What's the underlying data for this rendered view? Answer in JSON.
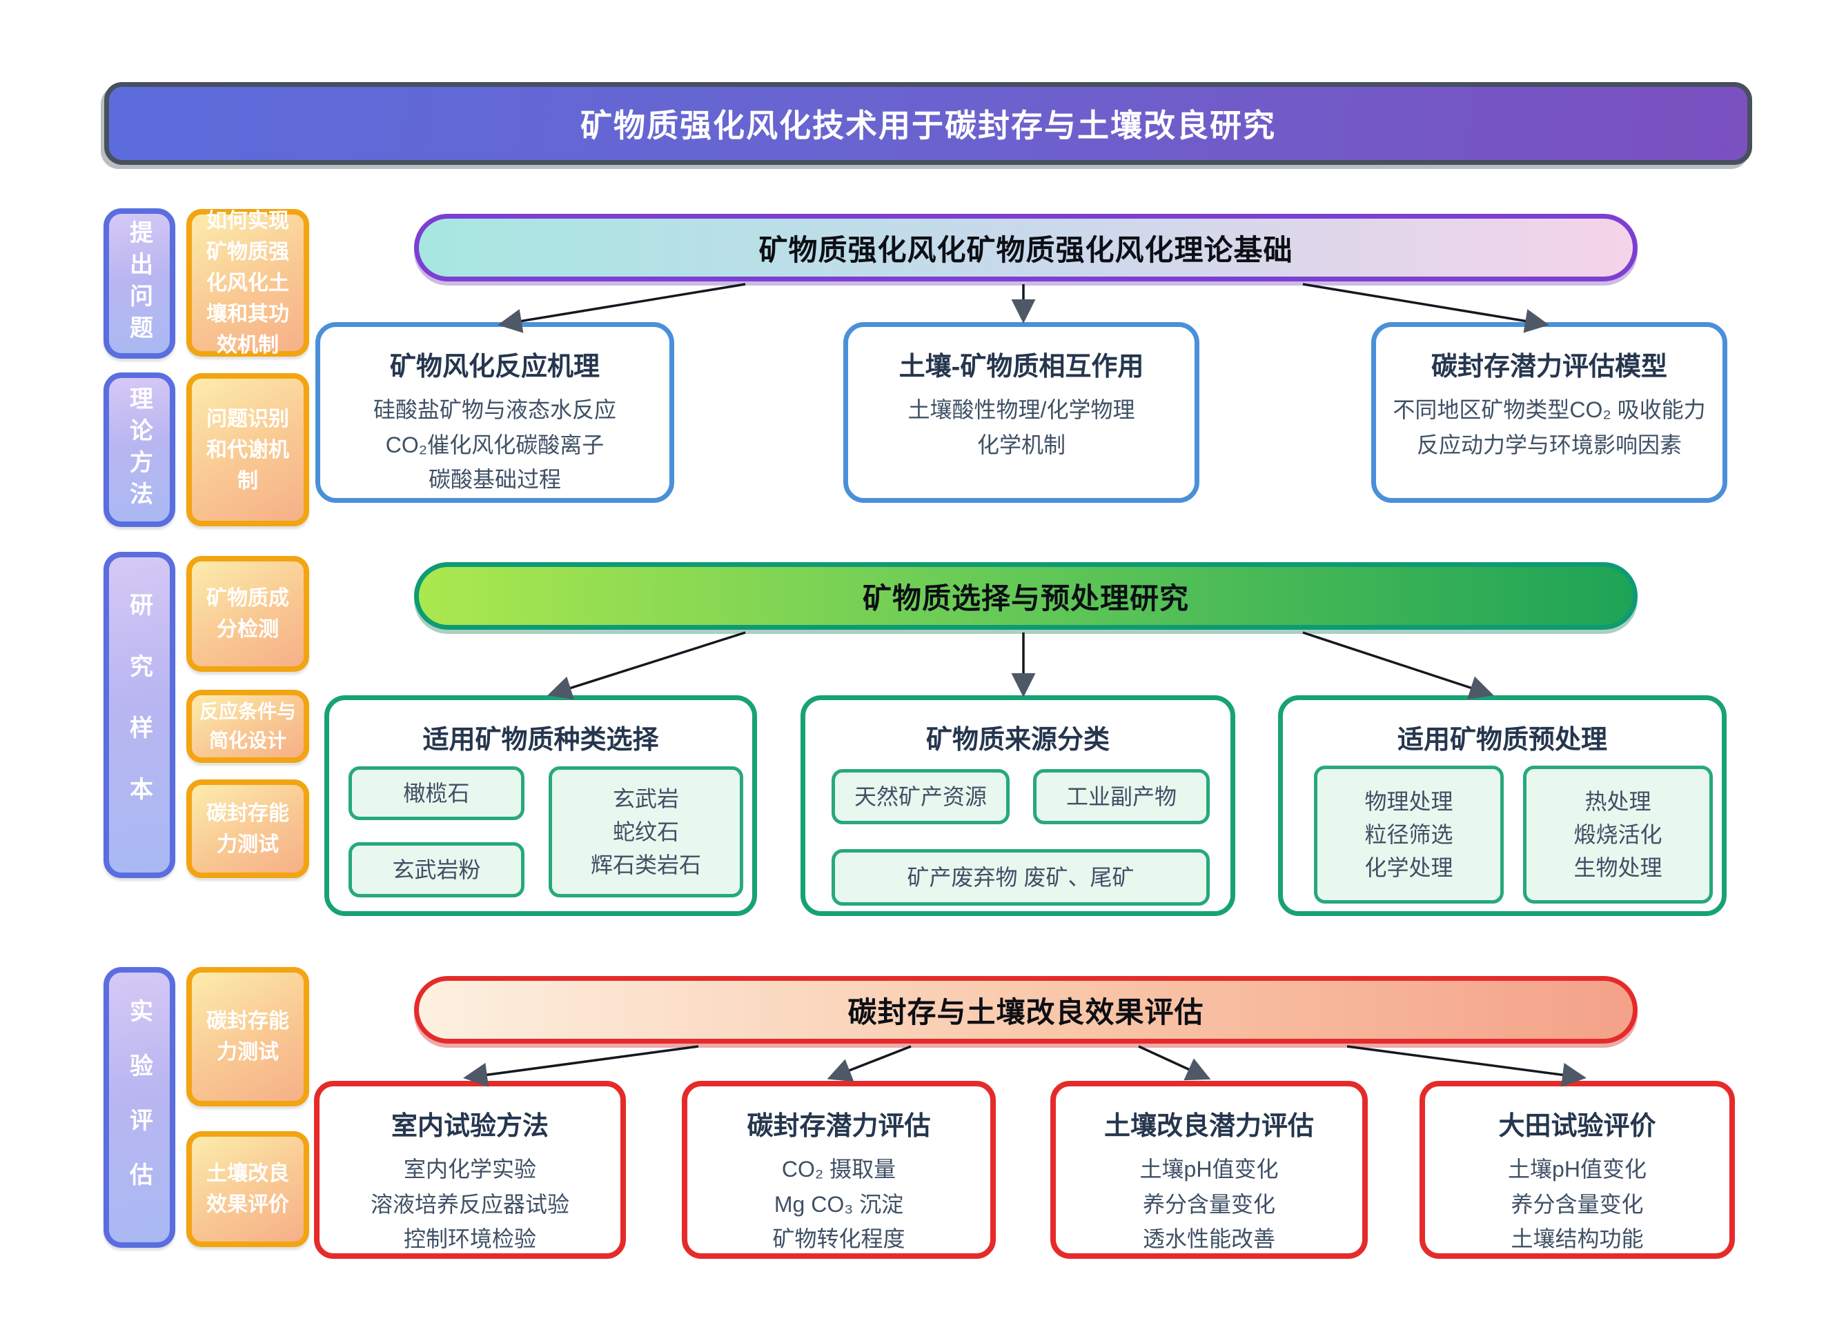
{
  "banner": {
    "title": "矿物质强化风化技术用于碳封存与土壤改良研究"
  },
  "sidebar": {
    "stages": [
      {
        "label": "提出问题"
      },
      {
        "label": "理论方法"
      },
      {
        "label": "研究样本"
      },
      {
        "label": "实验评估"
      }
    ],
    "notes": [
      {
        "label": "如何实现矿物质强化风化土壤和其功效机制"
      },
      {
        "label": "问题识别和代谢机制"
      },
      {
        "label": "矿物质成分检测"
      },
      {
        "label": "反应条件与简化设计"
      },
      {
        "label": "碳封存能力测试"
      },
      {
        "label": "碳封存能力测试"
      },
      {
        "label": "土壤改良效果评价"
      }
    ]
  },
  "sections": [
    {
      "header": "矿物质强化风化矿物质强化风化理论基础",
      "boxes": [
        {
          "title": "矿物风化反应机理",
          "lines": [
            "硅酸盐矿物与液态水反应",
            "CO₂催化风化碳酸离子",
            "碳酸基础过程"
          ]
        },
        {
          "title": "土壤-矿物质相互作用",
          "lines": [
            "土壤酸性物理/化学物理",
            "化学机制"
          ]
        },
        {
          "title": "碳封存潜力评估模型",
          "lines": [
            "不同地区矿物类型CO₂ 吸收能力",
            "反应动力学与环境影响因素"
          ]
        }
      ]
    },
    {
      "header": "矿物质选择与预处理研究",
      "boxes": [
        {
          "title": "适用矿物质种类选择",
          "chips": [
            "橄榄石",
            "玄武岩粉",
            "玄武岩\n蛇纹石\n辉石类岩石"
          ]
        },
        {
          "title": "矿物质来源分类",
          "chips": [
            "天然矿产资源",
            "工业副产物",
            "矿产废弃物 废矿、尾矿"
          ]
        },
        {
          "title": "适用矿物质预处理",
          "chips": [
            "物理处理\n粒径筛选\n化学处理",
            "热处理\n煅烧活化\n生物处理"
          ]
        }
      ]
    },
    {
      "header": "碳封存与土壤改良效果评估",
      "boxes": [
        {
          "title": "室内试验方法",
          "lines": [
            "室内化学实验",
            "溶液培养反应器试验",
            "控制环境检验"
          ]
        },
        {
          "title": "碳封存潜力评估",
          "lines": [
            "CO₂ 摄取量",
            "Mg CO₃ 沉淀",
            "矿物转化程度"
          ]
        },
        {
          "title": "土壤改良潜力评估",
          "lines": [
            "土壤pH值变化",
            "养分含量变化",
            "透水性能改善"
          ]
        },
        {
          "title": "大田试验评价",
          "lines": [
            "土壤pH值变化",
            "养分含量变化",
            "土壤结构功能"
          ]
        }
      ]
    }
  ],
  "colors": {
    "banner_gradient_start": "#5c6cdb",
    "banner_gradient_end": "#7b50bf",
    "banner_border": "#47505e",
    "stage_border": "#5a6ee0",
    "note_border": "#f2a411",
    "theory_header_border": "#7c3fd2",
    "theory_box_border": "#4a90d9",
    "mineral_header_border": "#0e9b74",
    "mineral_box_border": "#17a276",
    "eval_header_border": "#e52b2a",
    "eval_box_border": "#e52b2a",
    "arrow_head": "#4e5866",
    "arrow_line": "#14181f"
  }
}
